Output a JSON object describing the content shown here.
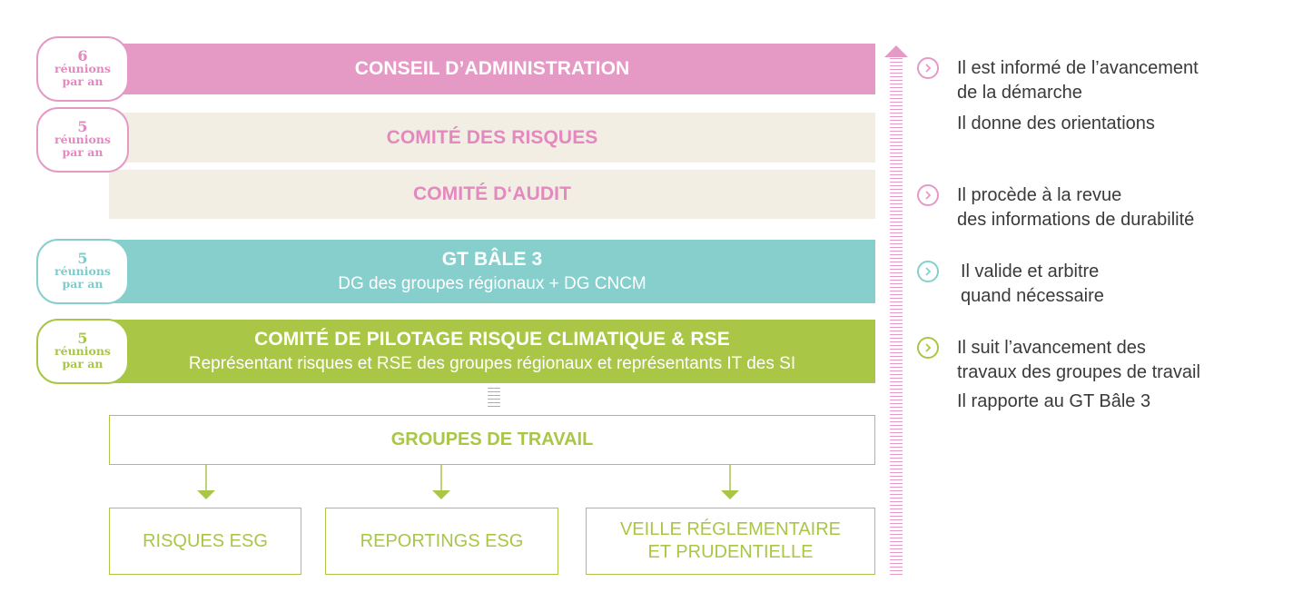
{
  "colors": {
    "pink": "#e59ac5",
    "pink_text": "#e389bf",
    "beige": "#f2eee4",
    "teal": "#86cfcd",
    "teal_text": "#7fcccb",
    "green": "#a9c646",
    "text": "#3a3a3a"
  },
  "bodies": {
    "conseil": {
      "badge_num": "6",
      "badge_l1": "réunions",
      "badge_l2": "par an",
      "title": "CONSEIL D’ADMINISTRATION"
    },
    "risques": {
      "badge_num": "5",
      "badge_l1": "réunions",
      "badge_l2": "par an",
      "title": "COMITÉ DES RISQUES"
    },
    "audit": {
      "title": "COMITÉ D‘AUDIT"
    },
    "gt": {
      "badge_num": "5",
      "badge_l1": "réunions",
      "badge_l2": "par an",
      "title": "GT BÂLE 3",
      "subtitle": "DG des groupes régionaux + DG CNCM"
    },
    "pilotage": {
      "badge_num": "5",
      "badge_l1": "réunions",
      "badge_l2": "par an",
      "title": "COMITÉ DE PILOTAGE RISQUE CLIMATIQUE & RSE",
      "subtitle": "Représentant risques et RSE des groupes régionaux et représentants IT des SI"
    }
  },
  "groupes": {
    "title": "GROUPES DE TRAVAIL",
    "items": [
      "RISQUES ESG",
      "REPORTINGS ESG",
      "VEILLE RÉGLEMENTAIRE",
      "ET PRUDENTIELLE"
    ]
  },
  "descriptions": [
    {
      "icon": "chevron-right-circle-icon",
      "lines": [
        "Il est informé de l’avancement",
        "de la démarche"
      ],
      "extra": "Il donne des orientations"
    },
    {
      "icon": "chevron-right-circle-icon",
      "lines": [
        "Il procède à la revue",
        "des informations de durabilité"
      ]
    },
    {
      "icon": "chevron-right-circle-icon",
      "lines": [
        "Il valide et arbitre",
        "quand nécessaire"
      ]
    },
    {
      "icon": "chevron-right-circle-icon",
      "lines": [
        "Il suit l’avancement des",
        "travaux des groupes de travail"
      ],
      "extra": "Il rapporte au GT Bâle 3"
    }
  ]
}
